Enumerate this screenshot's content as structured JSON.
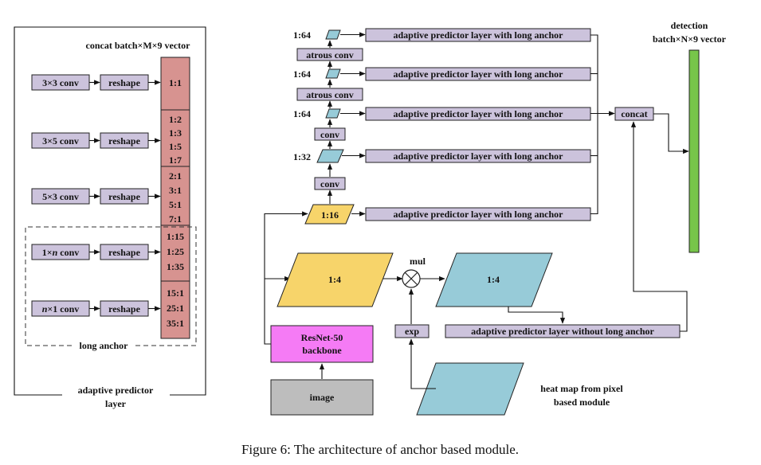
{
  "left_panel": {
    "title": "concat batch×M×9 vector",
    "rows": [
      {
        "conv": "3×3 conv",
        "reshape": "reshape",
        "ratios": [
          "1:1"
        ]
      },
      {
        "conv": "3×5 conv",
        "reshape": "reshape",
        "ratios": [
          "1:2",
          "1:3",
          "1:5",
          "1:7"
        ]
      },
      {
        "conv": "5×3 conv",
        "reshape": "reshape",
        "ratios": [
          "2:1",
          "3:1",
          "5:1",
          "7:1"
        ]
      },
      {
        "conv_prefix": "1×",
        "conv_var": "n",
        "conv_suffix": " conv",
        "reshape": "reshape",
        "ratios": [
          "1:15",
          "1:25",
          "1:35"
        ]
      },
      {
        "conv_prefix": "",
        "conv_var": "n",
        "conv_suffix": "×1 conv",
        "reshape": "reshape",
        "ratios": [
          "15:1",
          "25:1",
          "35:1"
        ]
      }
    ],
    "long_anchor_label": "long anchor",
    "footer": [
      "adaptive predictor",
      "layer"
    ]
  },
  "right_panel": {
    "scales": [
      "1:64",
      "1:64",
      "1:64",
      "1:32",
      "1:16"
    ],
    "atrous_conv": "atrous conv",
    "conv": "conv",
    "predictor_long": "adaptive predictor layer with long anchor",
    "predictor_no_long": "adaptive predictor layer without long anchor",
    "concat": "concat",
    "detection": [
      "detection",
      "batch×N×9 vector"
    ],
    "feature_1_4": "1:4",
    "feature_1_4_b": "1:4",
    "mul": "mul",
    "exp": "exp",
    "backbone": [
      "ResNet-50",
      "backbone"
    ],
    "image": "image",
    "heatmap": [
      "heat map from pixel",
      "based module"
    ]
  },
  "caption": "Figure 6: The architecture of anchor based module.",
  "colors": {
    "purple_box": "#ccc3dc",
    "pink_column": "#d79390",
    "yellow": "#f7d46a",
    "light_blue": "#97cbd8",
    "magenta": "#f57bf5",
    "gray": "#bdbdbd",
    "green": "#77c54a"
  }
}
